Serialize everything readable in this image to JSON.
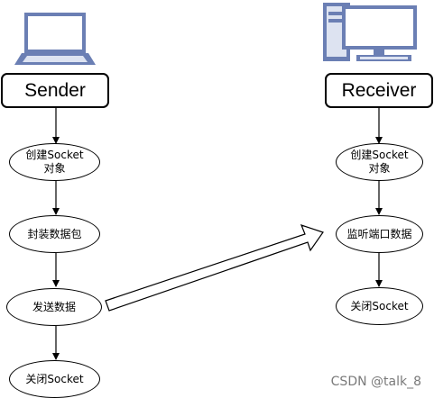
{
  "sender": {
    "title": "Sender",
    "icon": "laptop-icon",
    "steps": [
      {
        "line1": "创建Socket",
        "line2": "对象"
      },
      {
        "line1": "封装数据包",
        "line2": ""
      },
      {
        "line1": "发送数据",
        "line2": ""
      },
      {
        "line1": "关闭Socket",
        "line2": ""
      }
    ]
  },
  "receiver": {
    "title": "Receiver",
    "icon": "desktop-computer-icon",
    "steps": [
      {
        "line1": "创建Socket",
        "line2": "对象"
      },
      {
        "line1": "监听端口数据",
        "line2": ""
      },
      {
        "line1": "关闭Socket",
        "line2": ""
      }
    ]
  },
  "colors": {
    "icon_blue": "#6b7fb4",
    "icon_screen": "#ffffff",
    "icon_light": "#dde3f1",
    "stroke": "#000000",
    "watermark": "#7a7a7a"
  },
  "watermark": "CSDN @talk_8"
}
